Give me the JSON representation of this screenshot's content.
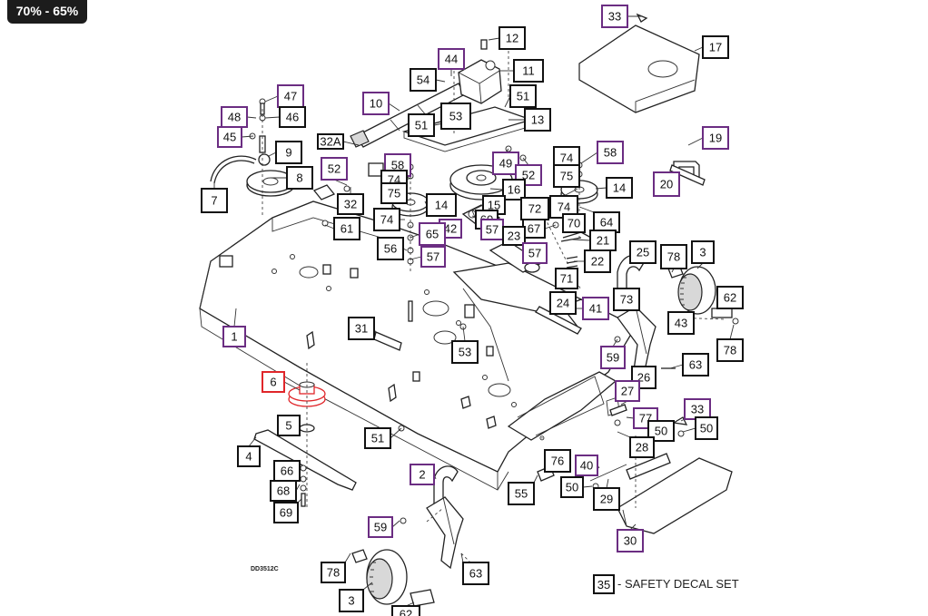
{
  "zoom_label": "70% - 65%",
  "drawing_code": "DD3512C",
  "legend": {
    "number": "35",
    "text": "SAFETY DECAL SET"
  },
  "colors": {
    "black_box": "#111111",
    "purple_box": "#6b2d82",
    "red_box": "#e0262a"
  },
  "callouts": [
    {
      "id": "c33a",
      "text": "33",
      "style": "purple"
    },
    {
      "id": "c17",
      "text": "17",
      "style": "black"
    },
    {
      "id": "c12",
      "text": "12",
      "style": "black"
    },
    {
      "id": "c44",
      "text": "44",
      "style": "purple"
    },
    {
      "id": "c54",
      "text": "54",
      "style": "black"
    },
    {
      "id": "c11",
      "text": "11",
      "style": "black"
    },
    {
      "id": "c10",
      "text": "10",
      "style": "purple"
    },
    {
      "id": "c51a",
      "text": "51",
      "style": "black"
    },
    {
      "id": "c51b",
      "text": "51",
      "style": "black"
    },
    {
      "id": "c53a",
      "text": "53",
      "style": "black"
    },
    {
      "id": "c13",
      "text": "13",
      "style": "black"
    },
    {
      "id": "c47",
      "text": "47",
      "style": "purple"
    },
    {
      "id": "c48",
      "text": "48",
      "style": "purple"
    },
    {
      "id": "c46",
      "text": "46",
      "style": "black"
    },
    {
      "id": "c45",
      "text": "45",
      "style": "purple"
    },
    {
      "id": "c9",
      "text": "9",
      "style": "black"
    },
    {
      "id": "c32a",
      "text": "32A",
      "style": "black"
    },
    {
      "id": "c19",
      "text": "19",
      "style": "purple"
    },
    {
      "id": "c58a",
      "text": "58",
      "style": "purple"
    },
    {
      "id": "c58b",
      "text": "58",
      "style": "purple"
    },
    {
      "id": "c74a",
      "text": "74",
      "style": "black"
    },
    {
      "id": "c49",
      "text": "49",
      "style": "purple"
    },
    {
      "id": "c52a",
      "text": "52",
      "style": "purple"
    },
    {
      "id": "c52b",
      "text": "52",
      "style": "purple"
    },
    {
      "id": "c8",
      "text": "8",
      "style": "black"
    },
    {
      "id": "c74b",
      "text": "74",
      "style": "black"
    },
    {
      "id": "c75a",
      "text": "75",
      "style": "black"
    },
    {
      "id": "c75b",
      "text": "75",
      "style": "black"
    },
    {
      "id": "c16",
      "text": "16",
      "style": "black"
    },
    {
      "id": "c14a",
      "text": "14",
      "style": "black"
    },
    {
      "id": "c20",
      "text": "20",
      "style": "purple"
    },
    {
      "id": "c7",
      "text": "7",
      "style": "black"
    },
    {
      "id": "c32",
      "text": "32",
      "style": "black"
    },
    {
      "id": "c14b",
      "text": "14",
      "style": "black"
    },
    {
      "id": "c15",
      "text": "15",
      "style": "black"
    },
    {
      "id": "c72",
      "text": "72",
      "style": "black"
    },
    {
      "id": "c74c",
      "text": "74",
      "style": "black"
    },
    {
      "id": "c74d",
      "text": "74",
      "style": "black"
    },
    {
      "id": "c60",
      "text": "60",
      "style": "black"
    },
    {
      "id": "c70",
      "text": "70",
      "style": "black"
    },
    {
      "id": "c64",
      "text": "64",
      "style": "black"
    },
    {
      "id": "c61",
      "text": "61",
      "style": "black"
    },
    {
      "id": "c42",
      "text": "42",
      "style": "purple"
    },
    {
      "id": "c57a",
      "text": "57",
      "style": "purple"
    },
    {
      "id": "c67",
      "text": "67",
      "style": "black"
    },
    {
      "id": "c65",
      "text": "65",
      "style": "purple"
    },
    {
      "id": "c23",
      "text": "23",
      "style": "black"
    },
    {
      "id": "c21",
      "text": "21",
      "style": "black"
    },
    {
      "id": "c56",
      "text": "56",
      "style": "black"
    },
    {
      "id": "c57b",
      "text": "57",
      "style": "purple"
    },
    {
      "id": "c57c",
      "text": "57",
      "style": "purple"
    },
    {
      "id": "c25",
      "text": "25",
      "style": "black"
    },
    {
      "id": "c78a",
      "text": "78",
      "style": "black"
    },
    {
      "id": "c3a",
      "text": "3",
      "style": "black"
    },
    {
      "id": "c71",
      "text": "71",
      "style": "black"
    },
    {
      "id": "c22",
      "text": "22",
      "style": "black"
    },
    {
      "id": "c24",
      "text": "24",
      "style": "black"
    },
    {
      "id": "c73",
      "text": "73",
      "style": "black"
    },
    {
      "id": "c62a",
      "text": "62",
      "style": "black"
    },
    {
      "id": "c41",
      "text": "41",
      "style": "purple"
    },
    {
      "id": "c43",
      "text": "43",
      "style": "black"
    },
    {
      "id": "c1",
      "text": "1",
      "style": "purple"
    },
    {
      "id": "c31",
      "text": "31",
      "style": "black"
    },
    {
      "id": "c78b",
      "text": "78",
      "style": "black"
    },
    {
      "id": "c53b",
      "text": "53",
      "style": "black"
    },
    {
      "id": "c59a",
      "text": "59",
      "style": "purple"
    },
    {
      "id": "c63a",
      "text": "63",
      "style": "black"
    },
    {
      "id": "c6",
      "text": "6",
      "style": "red"
    },
    {
      "id": "c26",
      "text": "26",
      "style": "black"
    },
    {
      "id": "c27",
      "text": "27",
      "style": "purple"
    },
    {
      "id": "c33b",
      "text": "33",
      "style": "purple"
    },
    {
      "id": "c77",
      "text": "77",
      "style": "purple"
    },
    {
      "id": "c50a",
      "text": "50",
      "style": "black"
    },
    {
      "id": "c50b",
      "text": "50",
      "style": "black"
    },
    {
      "id": "c5",
      "text": "5",
      "style": "black"
    },
    {
      "id": "c51c",
      "text": "51",
      "style": "black"
    },
    {
      "id": "c28",
      "text": "28",
      "style": "black"
    },
    {
      "id": "c4",
      "text": "4",
      "style": "black"
    },
    {
      "id": "c76",
      "text": "76",
      "style": "black"
    },
    {
      "id": "c66",
      "text": "66",
      "style": "black"
    },
    {
      "id": "c40",
      "text": "40",
      "style": "purple"
    },
    {
      "id": "c2",
      "text": "2",
      "style": "purple"
    },
    {
      "id": "c68",
      "text": "68",
      "style": "black"
    },
    {
      "id": "c55",
      "text": "55",
      "style": "black"
    },
    {
      "id": "c50c",
      "text": "50",
      "style": "black"
    },
    {
      "id": "c29",
      "text": "29",
      "style": "black"
    },
    {
      "id": "c69",
      "text": "69",
      "style": "black"
    },
    {
      "id": "c59b",
      "text": "59",
      "style": "purple"
    },
    {
      "id": "c30",
      "text": "30",
      "style": "purple"
    },
    {
      "id": "c78c",
      "text": "78",
      "style": "black"
    },
    {
      "id": "c63b",
      "text": "63",
      "style": "black"
    },
    {
      "id": "c3b",
      "text": "3",
      "style": "black"
    },
    {
      "id": "c62b",
      "text": "62",
      "style": "black"
    }
  ]
}
